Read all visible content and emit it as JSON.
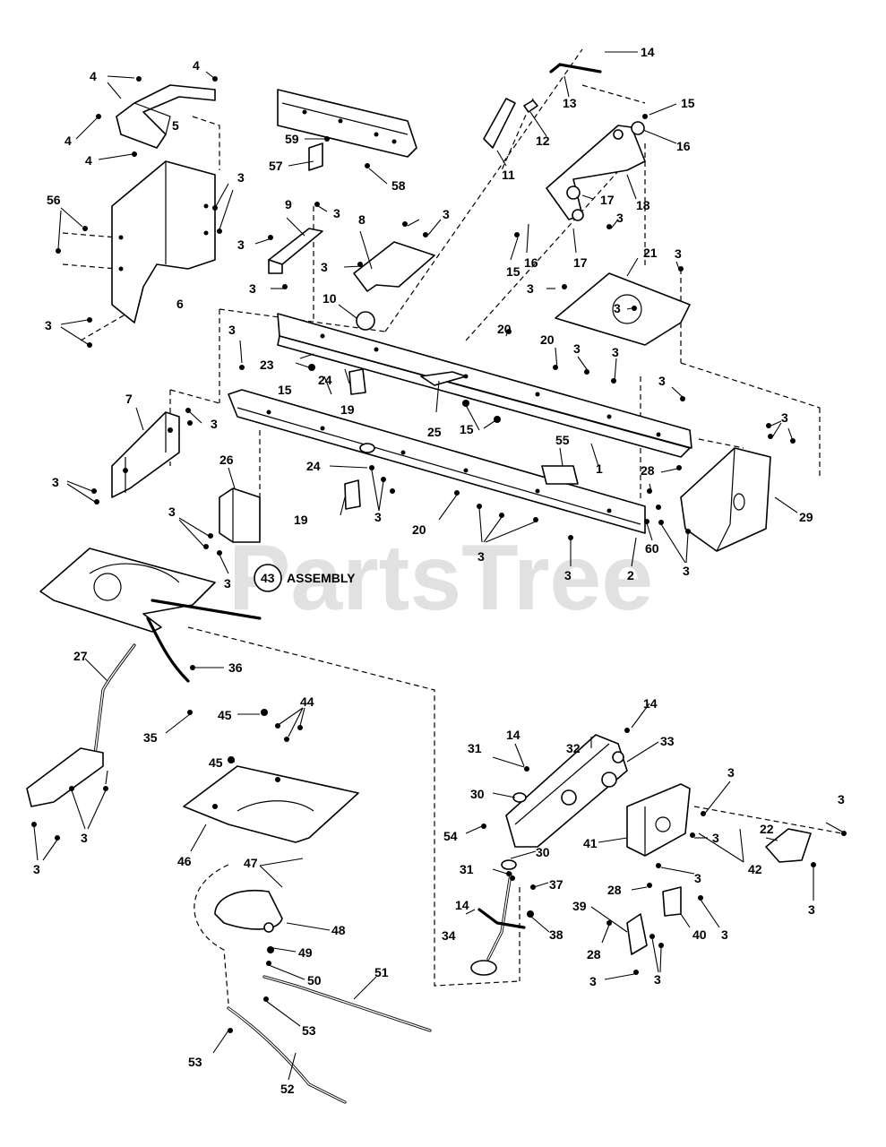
{
  "watermark": "PartsTree",
  "assembly_callout": {
    "number": "43",
    "text": "ASSEMBLY"
  },
  "labels": {
    "n1": "1",
    "n2": "2",
    "n3": "3",
    "n4": "4",
    "n5": "5",
    "n6": "6",
    "n7": "7",
    "n8": "8",
    "n9": "9",
    "n10": "10",
    "n11": "11",
    "n12": "12",
    "n13": "13",
    "n14": "14",
    "n15": "15",
    "n16": "16",
    "n17": "17",
    "n18": "18",
    "n19": "19",
    "n20": "20",
    "n21": "21",
    "n22": "22",
    "n23": "23",
    "n24": "24",
    "n25": "25",
    "n26": "26",
    "n27": "27",
    "n28": "28",
    "n29": "29",
    "n30": "30",
    "n31": "31",
    "n32": "32",
    "n33": "33",
    "n34": "34",
    "n35": "35",
    "n36": "36",
    "n37": "37",
    "n38": "38",
    "n39": "39",
    "n40": "40",
    "n41": "41",
    "n42": "42",
    "n44": "44",
    "n45": "45",
    "n46": "46",
    "n47": "47",
    "n48": "48",
    "n49": "49",
    "n50": "50",
    "n51": "51",
    "n52": "52",
    "n53": "53",
    "n54": "54",
    "n55": "55",
    "n56": "56",
    "n57": "57",
    "n58": "58",
    "n59": "59",
    "n60": "60"
  }
}
